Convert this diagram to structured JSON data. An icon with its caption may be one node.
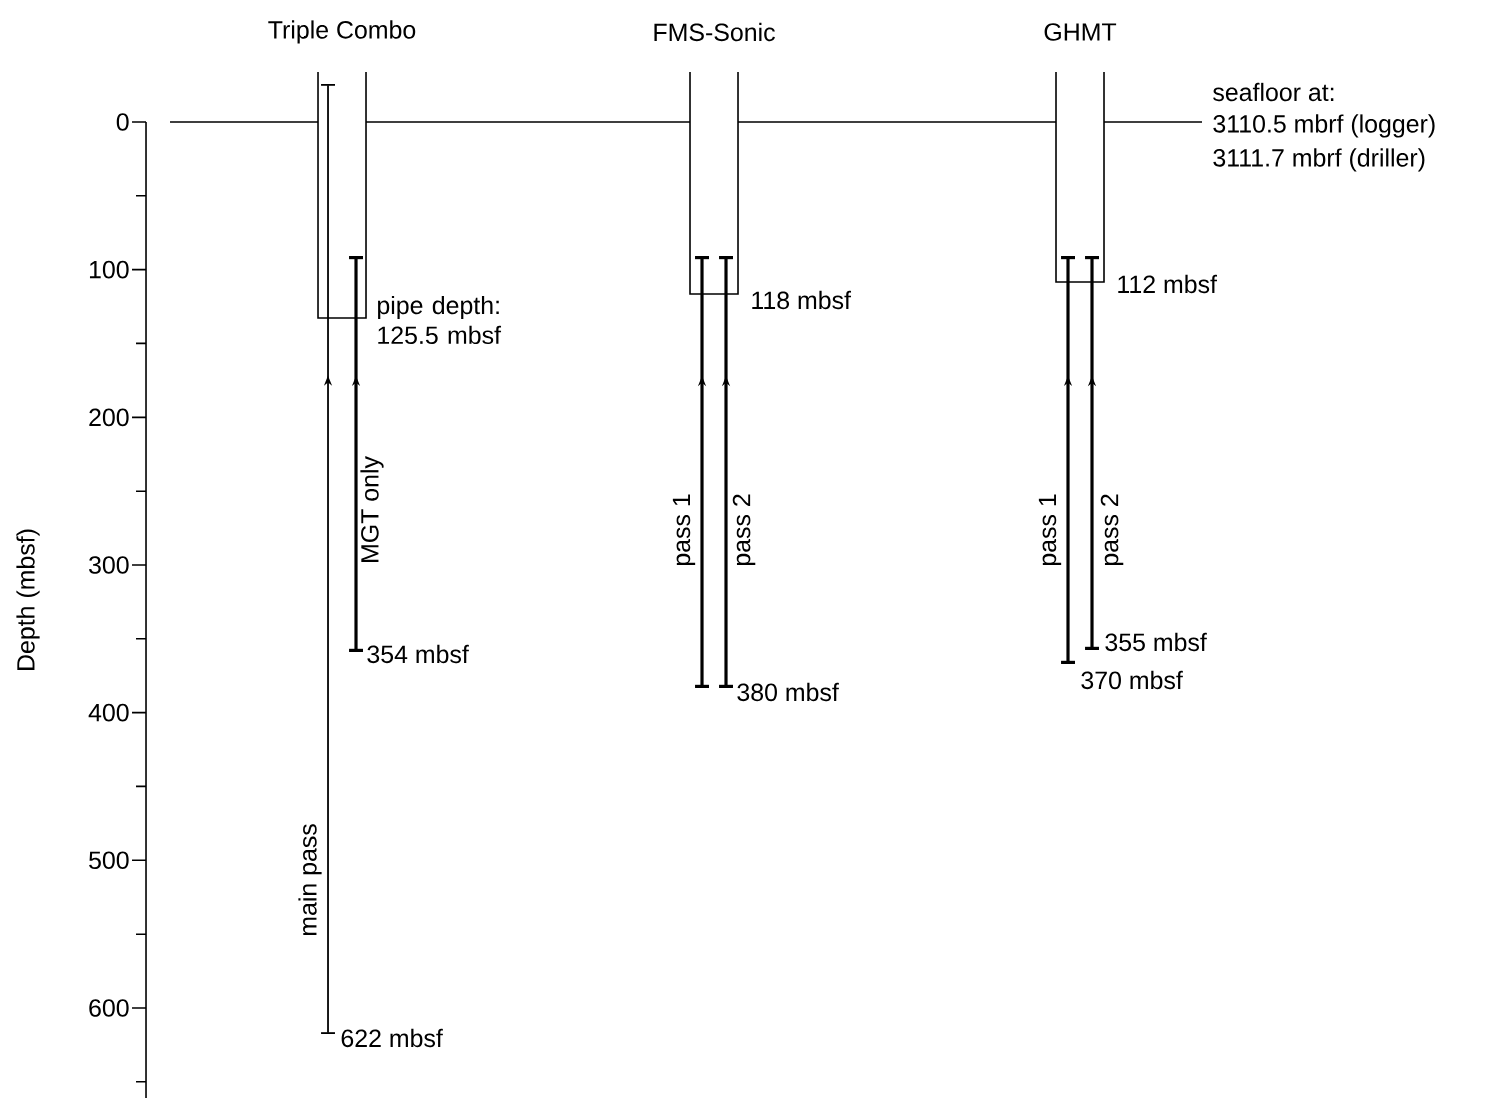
{
  "diagram": {
    "labels": [
      "Triple Combo",
      "FMS-Sonic",
      "GHMT",
      "seafloor at:",
      "3110.5 mbrf (logger)",
      "3111.7 mbrf (driller)",
      "0",
      "100",
      "112 mbsf",
      "118 mbsf",
      "pipe depth: 125.5 mbsf",
      "200",
      "Depth (mbsf)",
      "MGT only",
      "pass 1",
      "pass 2",
      "pass 1",
      "pass 2",
      "300",
      "354 mbsf",
      "355 mbsf",
      "370 mbsf",
      "380 mbsf",
      "400",
      "main pass",
      "500",
      "600",
      "622 mbsf"
    ]
  }
}
